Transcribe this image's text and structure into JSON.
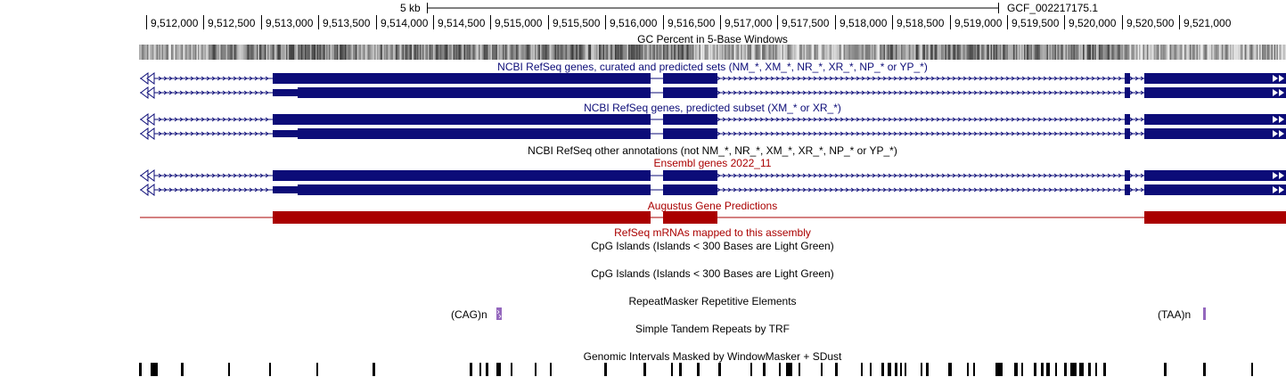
{
  "ruler": {
    "scale_label": "5 kb",
    "assembly": "GCF_002217175.1",
    "ticks": [
      "9,512,000",
      "9,512,500",
      "9,513,000",
      "9,513,500",
      "9,514,000",
      "9,514,500",
      "9,515,000",
      "9,515,500",
      "9,516,000",
      "9,516,500",
      "9,517,000",
      "9,517,500",
      "9,518,000",
      "9,518,500",
      "9,519,000",
      "9,519,500",
      "9,520,000",
      "9,520,500",
      "9,521,000"
    ]
  },
  "tracks": {
    "gc_percent": "GC Percent in 5-Base Windows",
    "refseq_curated": "NCBI RefSeq genes, curated and predicted sets (NM_*, XM_*, NR_*, XR_*, NP_* or YP_*)",
    "refseq_predicted": "NCBI RefSeq genes, predicted subset (XM_* or XR_*)",
    "refseq_other": "NCBI RefSeq other annotations (not NM_*, NR_*, XM_*, XR_*, NP_* or YP_*)",
    "ensembl": "Ensembl genes 2022_11",
    "augustus": "Augustus Gene Predictions",
    "refseq_mrna": "RefSeq mRNAs mapped to this assembly",
    "cpg1": "CpG Islands (Islands < 300 Bases are Light Green)",
    "cpg2": "CpG Islands (Islands < 300 Bases are Light Green)",
    "repeatmasker": "RepeatMasker Repetitive Elements",
    "trf": "Simple Tandem Repeats by TRF",
    "windowmasker": "Genomic Intervals Masked by WindowMasker + SDust"
  },
  "repeats": {
    "left_label": "(CAG)n",
    "right_label": "(TAA)n"
  },
  "colors": {
    "gene": "#0c0c78",
    "augustus": "#aa0000",
    "repeat": "#9467bd"
  }
}
